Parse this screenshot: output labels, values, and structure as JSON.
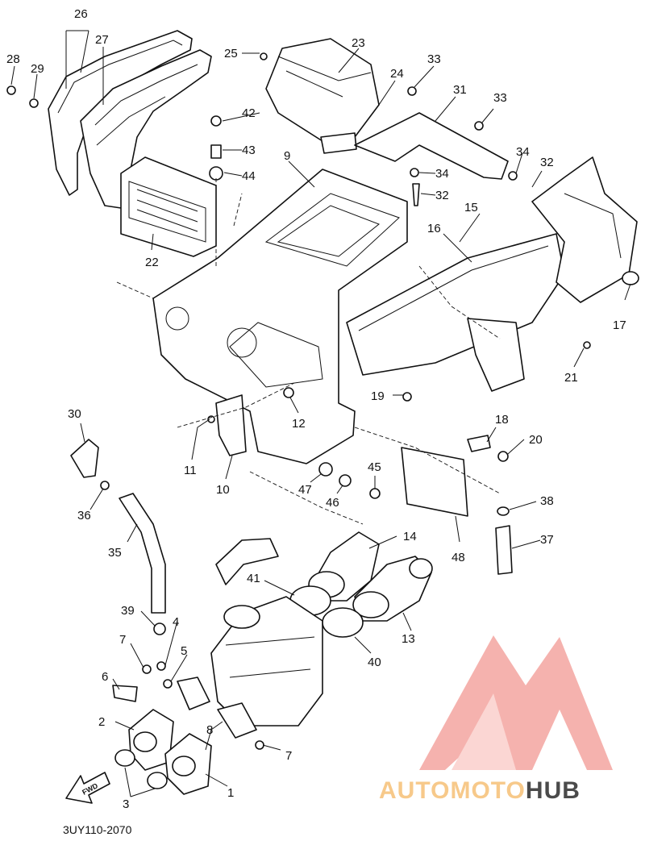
{
  "diagram": {
    "code": "3UY110-2070",
    "fwd_label": "FWD",
    "callouts": [
      {
        "id": "c26",
        "text": "26"
      },
      {
        "id": "c27",
        "text": "27"
      },
      {
        "id": "c28",
        "text": "28"
      },
      {
        "id": "c29",
        "text": "29"
      },
      {
        "id": "c25",
        "text": "25"
      },
      {
        "id": "c23",
        "text": "23"
      },
      {
        "id": "c33a",
        "text": "33"
      },
      {
        "id": "c24",
        "text": "24"
      },
      {
        "id": "c31",
        "text": "31"
      },
      {
        "id": "c33b",
        "text": "33"
      },
      {
        "id": "c42",
        "text": "42"
      },
      {
        "id": "c43",
        "text": "43"
      },
      {
        "id": "c44",
        "text": "44"
      },
      {
        "id": "c9",
        "text": "9"
      },
      {
        "id": "c34a",
        "text": "34"
      },
      {
        "id": "c32a",
        "text": "32"
      },
      {
        "id": "c34b",
        "text": "34"
      },
      {
        "id": "c32b",
        "text": "32"
      },
      {
        "id": "c15",
        "text": "15"
      },
      {
        "id": "c16",
        "text": "16"
      },
      {
        "id": "c22",
        "text": "22"
      },
      {
        "id": "c17",
        "text": "17"
      },
      {
        "id": "c21",
        "text": "21"
      },
      {
        "id": "c19",
        "text": "19"
      },
      {
        "id": "c12",
        "text": "12"
      },
      {
        "id": "c18",
        "text": "18"
      },
      {
        "id": "c20",
        "text": "20"
      },
      {
        "id": "c30",
        "text": "30"
      },
      {
        "id": "c11",
        "text": "11"
      },
      {
        "id": "c10",
        "text": "10"
      },
      {
        "id": "c45",
        "text": "45"
      },
      {
        "id": "c47",
        "text": "47"
      },
      {
        "id": "c46",
        "text": "46"
      },
      {
        "id": "c38",
        "text": "38"
      },
      {
        "id": "c36",
        "text": "36"
      },
      {
        "id": "c14",
        "text": "14"
      },
      {
        "id": "c37",
        "text": "37"
      },
      {
        "id": "c48",
        "text": "48"
      },
      {
        "id": "c35",
        "text": "35"
      },
      {
        "id": "c41",
        "text": "41"
      },
      {
        "id": "c13",
        "text": "13"
      },
      {
        "id": "c39",
        "text": "39"
      },
      {
        "id": "c4",
        "text": "4"
      },
      {
        "id": "c40",
        "text": "40"
      },
      {
        "id": "c7a",
        "text": "7"
      },
      {
        "id": "c5",
        "text": "5"
      },
      {
        "id": "c6",
        "text": "6"
      },
      {
        "id": "c2",
        "text": "2"
      },
      {
        "id": "c8",
        "text": "8"
      },
      {
        "id": "c7b",
        "text": "7"
      },
      {
        "id": "c3",
        "text": "3"
      },
      {
        "id": "c1",
        "text": "1"
      }
    ]
  },
  "watermark": {
    "part1": "AUTOMOTO",
    "part2": "HUB",
    "color_primary": "#f4a5a0",
    "color_secondary": "#f7c98a",
    "color_dark": "#4a4a4a"
  }
}
